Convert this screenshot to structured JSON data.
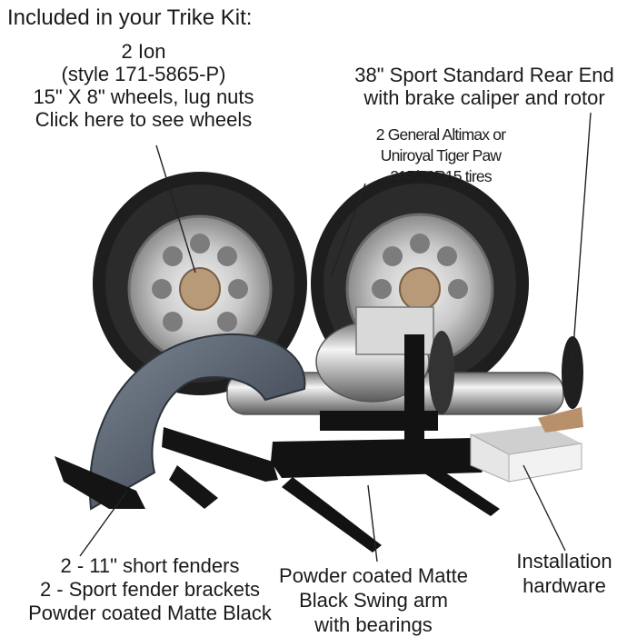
{
  "title": "Included in your Trike Kit:",
  "wheels": {
    "line1": "2 Ion",
    "line2": "(style 171-5865-P)",
    "line3": "15\" X 8\" wheels, lug nuts",
    "link": "Click here to see wheels"
  },
  "rear_end": {
    "line1": "38\" Sport Standard Rear End",
    "line2": "with brake caliper and rotor"
  },
  "tires": {
    "line1": "2 General Altimax or",
    "line2": "Uniroyal Tiger Paw",
    "line3": "215/60R15 tires"
  },
  "fenders": {
    "line1": "2 - 11\" short fenders",
    "line2": "2 - Sport fender brackets",
    "line3": "Powder coated Matte Black"
  },
  "swing_arm": {
    "line1": "Powder coated Matte",
    "line2": "Black Swing arm",
    "line3": "with bearings"
  },
  "hardware": {
    "line1": "Installation",
    "line2": "hardware"
  }
}
